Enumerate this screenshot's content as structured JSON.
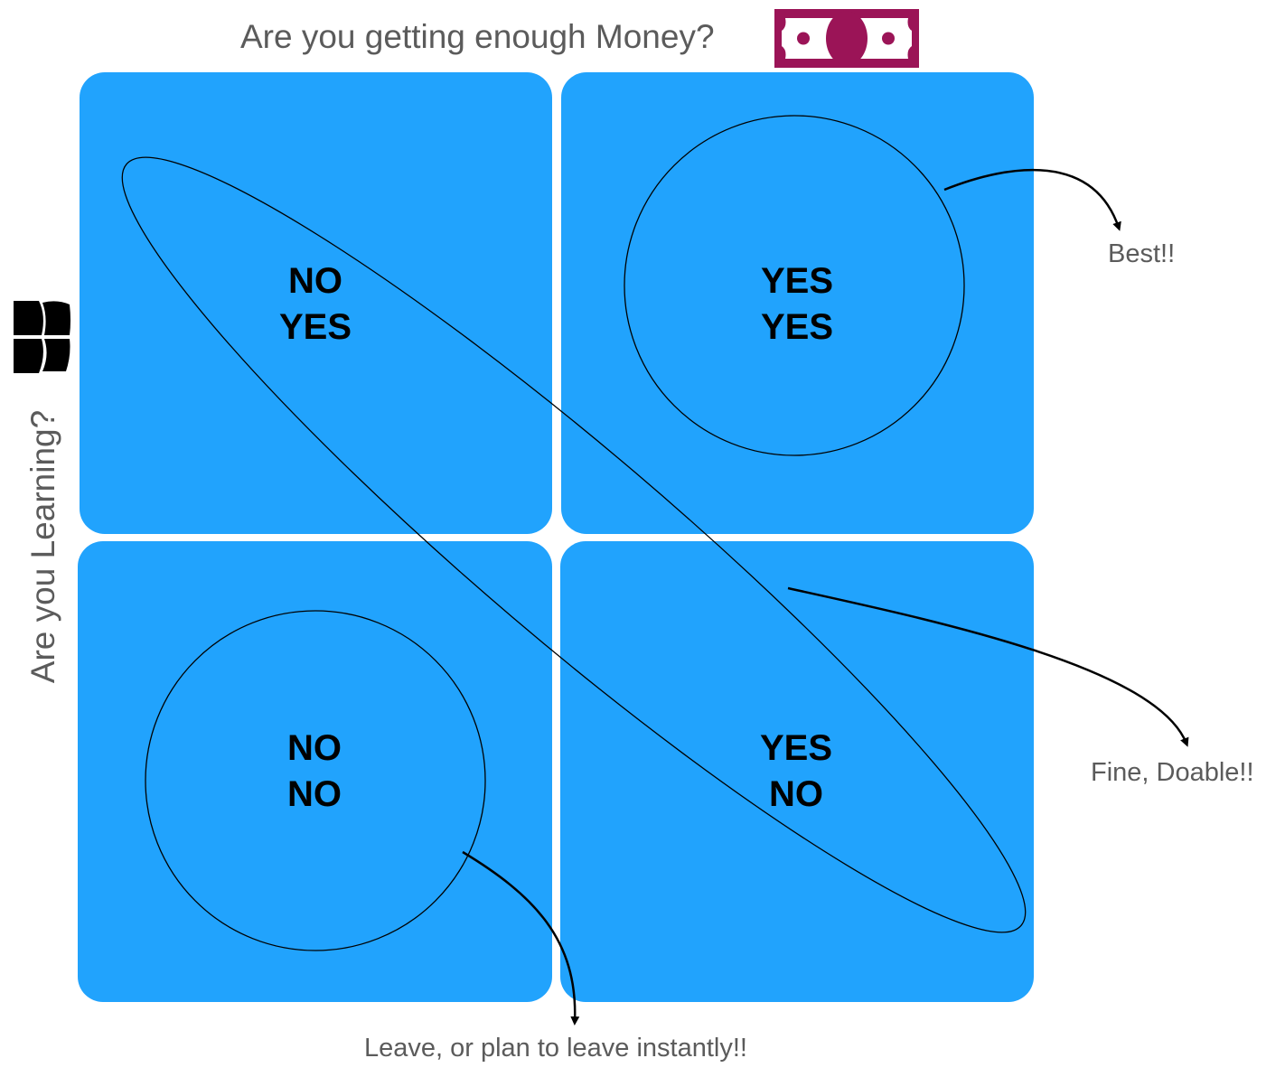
{
  "header": {
    "title": "Are you getting enough Money?",
    "money_icon": "money-bill-icon",
    "money_color": "#9b1457"
  },
  "side": {
    "label": "Are you Learning?",
    "book_icon": "book-icon"
  },
  "quadrants": {
    "top_left": {
      "line1": "NO",
      "line2": "YES"
    },
    "top_right": {
      "line1": "YES",
      "line2": "YES"
    },
    "bottom_left": {
      "line1": "NO",
      "line2": "NO"
    },
    "bottom_right": {
      "line1": "YES",
      "line2": "NO"
    }
  },
  "notes": {
    "best": "Best!!",
    "fine": "Fine, Doable!!",
    "leave": "Leave, or plan to leave instantly!!"
  },
  "colors": {
    "quadrant": "#21a3fd",
    "text_gray": "#5b5b5b"
  }
}
